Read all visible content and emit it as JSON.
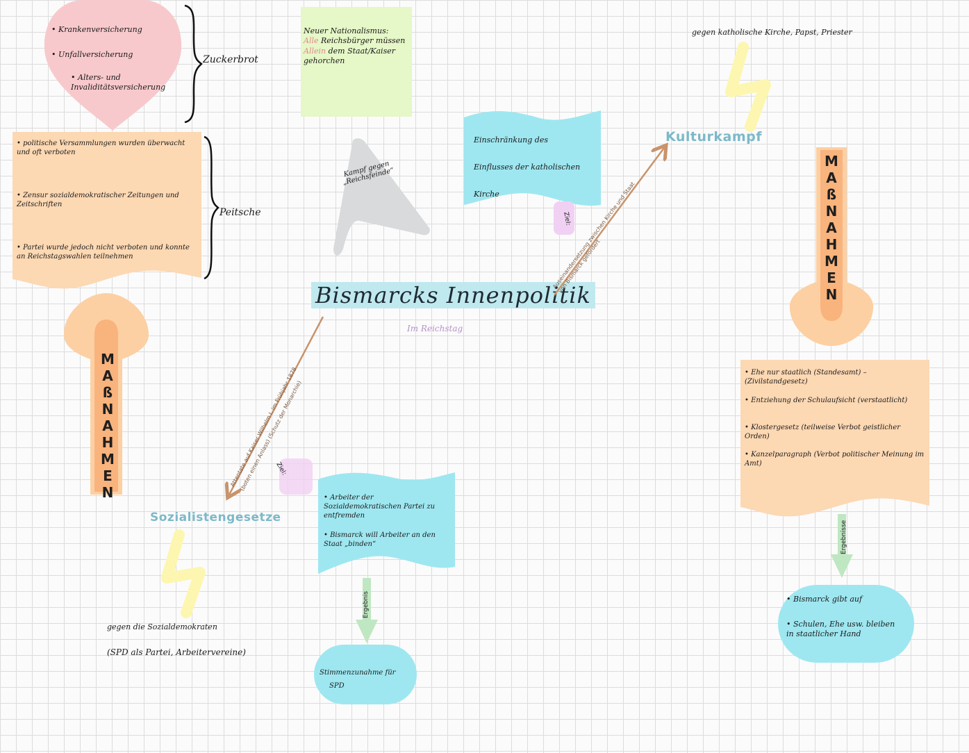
{
  "title": "Bismarcks Innenpolitik",
  "subtitle": "Im Reichstag",
  "heart": {
    "items": [
      "Krankenversicherung",
      "Unfallversicherung",
      "Alters- und Invaliditätsversicherung"
    ],
    "label": "Zuckerbrot"
  },
  "whip": {
    "items": [
      "politische Versammlungen wurden überwacht und oft verboten",
      "Zensur sozialdemokratischer Zeitungen und Zeitschriften",
      "Partei wurde jedoch nicht verboten und konnte an Reichstagswahlen teilnehmen"
    ],
    "label": "Peitsche"
  },
  "nationalism": {
    "title": "Neuer Nationalismus:",
    "line1_accent": "Alle",
    "line1_rest": "Reichsbürger müssen",
    "line2_accent": "Allein",
    "line2_rest": "dem Staat/Kaiser",
    "line3": "gehorchen"
  },
  "triangle": {
    "text": "Kampf gegen „Reichsfeinde“"
  },
  "kirche_box": {
    "line1": "Einschränkung des",
    "line2": "Einflusses der katholischen",
    "line3": "Kirche"
  },
  "ziel_top": "Ziel:",
  "ziel_bottom": "Ziel:",
  "kulturkampf": {
    "title": "Kulturkampf",
    "target": "gegen katholische Kirche, Papst, Priester",
    "arrow_label_1": "Auseinandersetzung zwischen Kirche und Staat",
    "arrow_label_2": "von Bismarck gefördert"
  },
  "massnahmen_label": "MAßNAHMEN",
  "kultur_measures": {
    "items": [
      "Ehe nur staatlich (Standesamt) – (Zivilstandgesetz)",
      "Entziehung der Schulaufsicht (verstaatlicht)",
      "Klostergesetz (teilweise Verbot geistlicher Orden)",
      "Kanzelparagraph (Verbot politischer Meinung im Amt)"
    ]
  },
  "ergebnisse_label": "Ergebnisse",
  "kultur_result": {
    "items": [
      "Bismarck gibt auf",
      "Schulen, Ehe usw. bleiben in staatlicher Hand"
    ]
  },
  "sozialisten": {
    "title": "Sozialistengesetze",
    "arrow_label_1": "Attentate auf Kaiser Wilhelm I. im Frühjahr 1878",
    "arrow_label_2": "(boten einen Anlass) (Schutz der Monarchie)",
    "target_line1": "gegen die Sozialdemokraten",
    "target_line2": "(SPD als Partei, Arbeitervereine)"
  },
  "arbeiter_box": {
    "items": [
      "Arbeiter der Sozialdemokratischen Partei zu entfremden",
      "Bismarck will Arbeiter an den Staat „binden“"
    ]
  },
  "ergebnis_label": "Ergebnis",
  "spd_result": {
    "line1": "Stimmenzunahme für",
    "line2": "SPD"
  },
  "colors": {
    "heart": "#f8c9cc",
    "orange": "#fcd8b3",
    "cyan": "#9ee7f0",
    "green_note": "#e6f7c8",
    "grey": "#d9dadc",
    "arrow": "#c9936b",
    "teal": "#7cb9c9",
    "lightning": "#fdf6b0",
    "green_arrow": "#bfe7c1",
    "pink_hl": "#f1d1f3"
  }
}
